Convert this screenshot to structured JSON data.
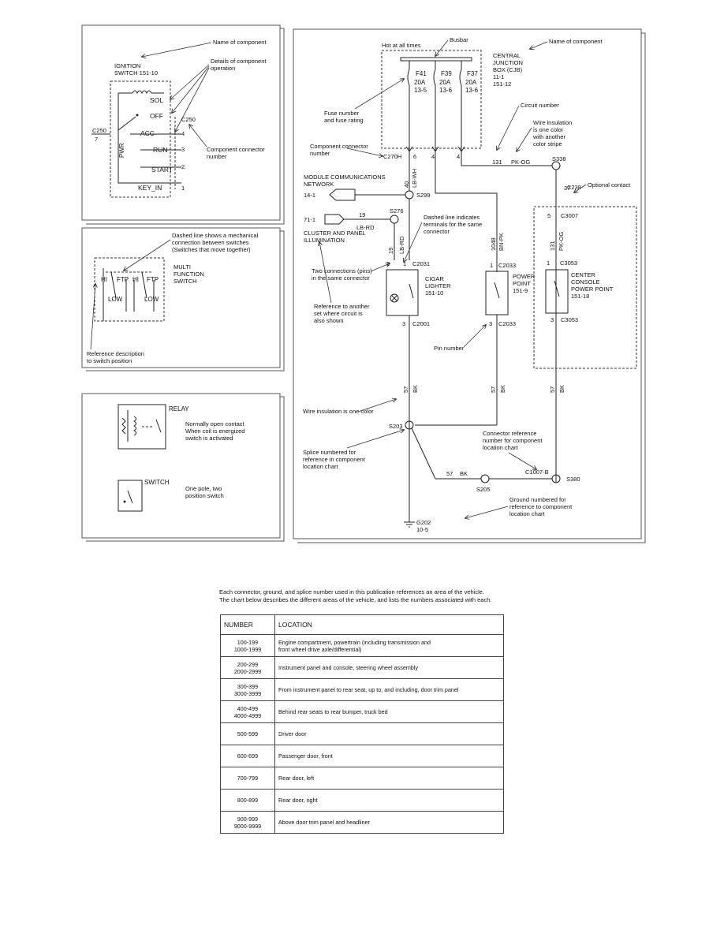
{
  "top_left_panel": {
    "name_callout": "Name of component",
    "component_name": "IGNITION",
    "component_name2": "SWITCH 151-10",
    "details_callout": "Details of component",
    "details_callout2": "operation",
    "sol": "SOL",
    "off": "OFF",
    "acc": "ACC",
    "run": "RUN",
    "start": "START",
    "key_in": "KEY_IN",
    "pwr": "PWR",
    "c250_left": "C250",
    "pin7": "7",
    "c250_right": "C250",
    "pin4": "4",
    "pin3": "3",
    "pin2": "2",
    "pin1": "1",
    "connector_callout": "Component connector",
    "connector_callout2": "number"
  },
  "mid_left_panel": {
    "dashed_callout": "Dashed line shows a mechanical",
    "dashed_callout2": "connection between switches",
    "dashed_callout3": "(Switches that move together)",
    "mf_switch": "MULTI",
    "mf_switch2": "FUNCTION",
    "mf_switch3": "SWITCH",
    "hi_left": "HI",
    "ftp_left": "FTP",
    "hi_right": "HI",
    "ftp_right": "FTP",
    "low_left": "LOW",
    "low_right": "LOW",
    "ref_callout": "Reference description",
    "ref_callout2": "to switch position"
  },
  "bottom_left_panel": {
    "relay": "RELAY",
    "relay_desc": "Normally open contact",
    "relay_desc2": "When coil is energized",
    "relay_desc3": "switch is activated",
    "switch": "SWITCH",
    "switch_desc": "One pole, two",
    "switch_desc2": "position switch"
  },
  "right_panel": {
    "hot": "Hot at all times",
    "busbar": "Busbar",
    "name_callout": "Name of component",
    "cjb": "CENTRAL",
    "cjb2": "JUNCTION",
    "cjb3": "BOX (CJB)",
    "cjb4": "11-1",
    "cjb5": "151-12",
    "f41": "F41",
    "f41_rating": "20A",
    "f41_loc": "13-5",
    "f39": "F39",
    "f39_rating": "20A",
    "f39_loc": "13-6",
    "f37": "F37",
    "f37_rating": "20A",
    "f37_loc": "13-6",
    "fuse_callout": "Fuse number",
    "fuse_callout2": "and fuse rating",
    "circuit_callout": "Circuit number",
    "insul_callout": "Wire insulation",
    "insul_callout2": "is one color",
    "insul_callout3": "with another",
    "insul_callout4": "color stripe",
    "conn_callout": "Component connector",
    "conn_callout2": "number",
    "c270h": "C270H",
    "pin6": "6",
    "pin4a": "4",
    "pin4b": "4",
    "w131": "131",
    "pkog": "PK-OG",
    "s338": "S338",
    "w40": "40",
    "lbwh": "LB-WH",
    "mcn": "MODULE COMMUNICATIONS",
    "mcn2": "NETWORK",
    "ref141": "14-1",
    "s299": "S299",
    "w37": "37",
    "c238": "C238",
    "optional": "Optional contact",
    "ref711": "71-1",
    "w19a": "19",
    "lbrd_a": "LB-RD",
    "s276": "S276",
    "cluster": "CLUSTER AND PANEL",
    "cluster2": "ILLUMINATION",
    "dashed_callout": "Dashed line indicates",
    "dashed_callout2": "terminals for the same",
    "dashed_callout3": "connector",
    "w19b": "19",
    "lbrd_b": "LB-RD",
    "w1048": "1048",
    "bnpk": "BN-PK",
    "pin5": "5",
    "c3007": "C3007",
    "w131b": "131",
    "pkog_b": "PK-OG",
    "two_conn": "Two connections (pins)",
    "two_conn2": "in the same connector",
    "pin2a": "2",
    "c2031": "C2031",
    "pin1a": "1",
    "cigar": "CIGAR",
    "cigar2": "LIGHTER",
    "cigar3": "151-10",
    "pin1b": "1",
    "c2033a": "C2033",
    "power": "POWER",
    "power2": "POINT",
    "power3": "151-9",
    "pin1c": "1",
    "c3053a": "C3053",
    "console": "CENTER",
    "console2": "CONSOLE",
    "console3": "POWER POINT",
    "console4": "151-18",
    "ref_another": "Reference to another",
    "ref_another2": "set where circuit is",
    "ref_another3": "also shown",
    "pin3a": "3",
    "c2001": "C2001",
    "pin3b": "3",
    "c2033b": "C2033",
    "pin3c": "3",
    "c3053b": "C3053",
    "pin_number": "Pin number",
    "w57a": "57",
    "bk_a": "BK",
    "w57b": "57",
    "bk_b": "BK",
    "w57c": "57",
    "bk_c": "BK",
    "insul_one": "Wire insulation is one color",
    "s203": "S203",
    "splice": "Splice numbered for",
    "splice2": "reference in component",
    "splice3": "location chart",
    "conn_ref": "Connector reference",
    "conn_ref2": "number for component",
    "conn_ref3": "location chart",
    "w57d": "57",
    "bk_d": "BK",
    "c1007": "C1007-B",
    "s205": "S205",
    "s380": "S380",
    "ground_callout": "Ground numbered for",
    "ground_callout2": "reference to component",
    "ground_callout3": "location chart",
    "g202": "G202",
    "g202_ref": "10-5"
  },
  "intro": {
    "line1": "Each connector, ground, and splice number used in this publication references an area of the vehicle.",
    "line2": "The chart below describes the different areas of the vehicle, and lists the numbers associated with each."
  },
  "table": {
    "headers": [
      "NUMBER",
      "LOCATION"
    ],
    "rows": [
      {
        "num1": "100-199",
        "num2": "1000-1999",
        "loc": "Engine compartment, powertrain (including transmission and",
        "loc2": "front wheel drive axle/differential)"
      },
      {
        "num1": "200-299",
        "num2": "2000-2999",
        "loc": "Instrument panel and console, steering wheel assembly",
        "loc2": ""
      },
      {
        "num1": "300-399",
        "num2": "3000-3999",
        "loc": "From instrument panel to rear seat, up to, and including, door trim panel",
        "loc2": ""
      },
      {
        "num1": "400-499",
        "num2": "4000-4999",
        "loc": "Behind rear seats to rear bumper, truck bed",
        "loc2": ""
      },
      {
        "num1": "500-599",
        "num2": "",
        "loc": "Driver door",
        "loc2": ""
      },
      {
        "num1": "600-699",
        "num2": "",
        "loc": "Passenger door, front",
        "loc2": ""
      },
      {
        "num1": "700-799",
        "num2": "",
        "loc": "Rear door, left",
        "loc2": ""
      },
      {
        "num1": "800-899",
        "num2": "",
        "loc": "Rear door, right",
        "loc2": ""
      },
      {
        "num1": "900-999",
        "num2": "9000-9999",
        "loc": "Above door trim panel and headliner",
        "loc2": ""
      }
    ]
  }
}
